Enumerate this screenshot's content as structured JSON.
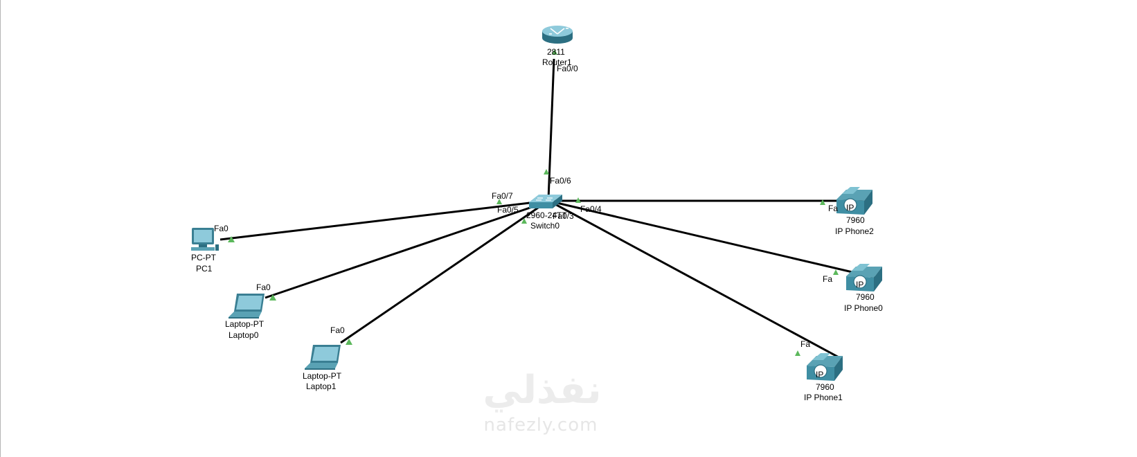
{
  "devices": {
    "router": {
      "model": "2811",
      "name": "Router1"
    },
    "switch": {
      "model": "2960-24TT",
      "name": "Switch0"
    },
    "pc1": {
      "model": "PC-PT",
      "name": "PC1",
      "port": "Fa0"
    },
    "laptop0": {
      "model": "Laptop-PT",
      "name": "Laptop0",
      "port": "Fa0"
    },
    "laptop1": {
      "model": "Laptop-PT",
      "name": "Laptop1",
      "port": "Fa0"
    },
    "phone2": {
      "model": "7960",
      "name": "IP Phone2",
      "port": "Fa"
    },
    "phone0": {
      "model": "7960",
      "name": "IP Phone0",
      "port": "Fa"
    },
    "phone1": {
      "model": "7960",
      "name": "IP Phone1",
      "port": "Fa"
    }
  },
  "switch_ports": {
    "to_router": "Fa0/6",
    "to_pc1": "Fa0/7",
    "to_laptop": "Fa0/5",
    "to_phones_a": "Fa0/3",
    "to_phones_b": "Fa0/4"
  },
  "router_ports": {
    "to_switch": "Fa0/0"
  },
  "phone_badge": "IP",
  "link_status_color": "#5cb85c",
  "watermark": {
    "arabic": "نفذلي",
    "latin": "nafezly.com"
  }
}
